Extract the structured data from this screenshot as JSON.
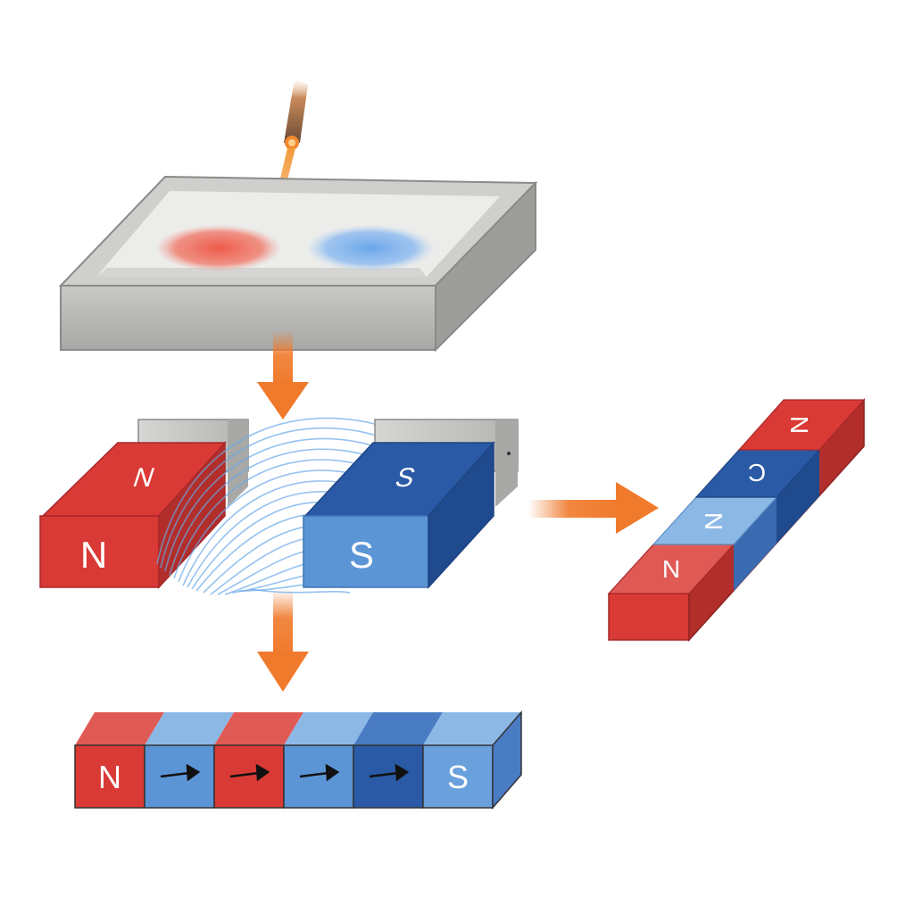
{
  "colors": {
    "north_red": "#d93a35",
    "south_blue": "#5b95d6",
    "south_dark_blue": "#2a5aa6",
    "steel_gray": "#b9b9b7",
    "arrow_orange": "#f07a2c",
    "field_line_blue": "#6aa8e8"
  },
  "icons": {
    "laser": "laser-beam-icon",
    "flow_arrow": "arrow-down-icon",
    "field": "magnetic-field-lines-icon",
    "domain_arrow": "arrow-right-icon"
  },
  "labels": {
    "north_front": "N",
    "north_top": "N",
    "south_front": "S",
    "south_top": "S",
    "bar_n": "N",
    "bar_s": "S",
    "column_1": "N",
    "column_2": "N",
    "column_3": "N",
    "column_4": "C"
  },
  "bar_segments": [
    "N",
    "arrow",
    "arrow",
    "arrow",
    "arrow",
    "S"
  ],
  "column_segments": [
    "N",
    "N",
    "C",
    "N"
  ]
}
